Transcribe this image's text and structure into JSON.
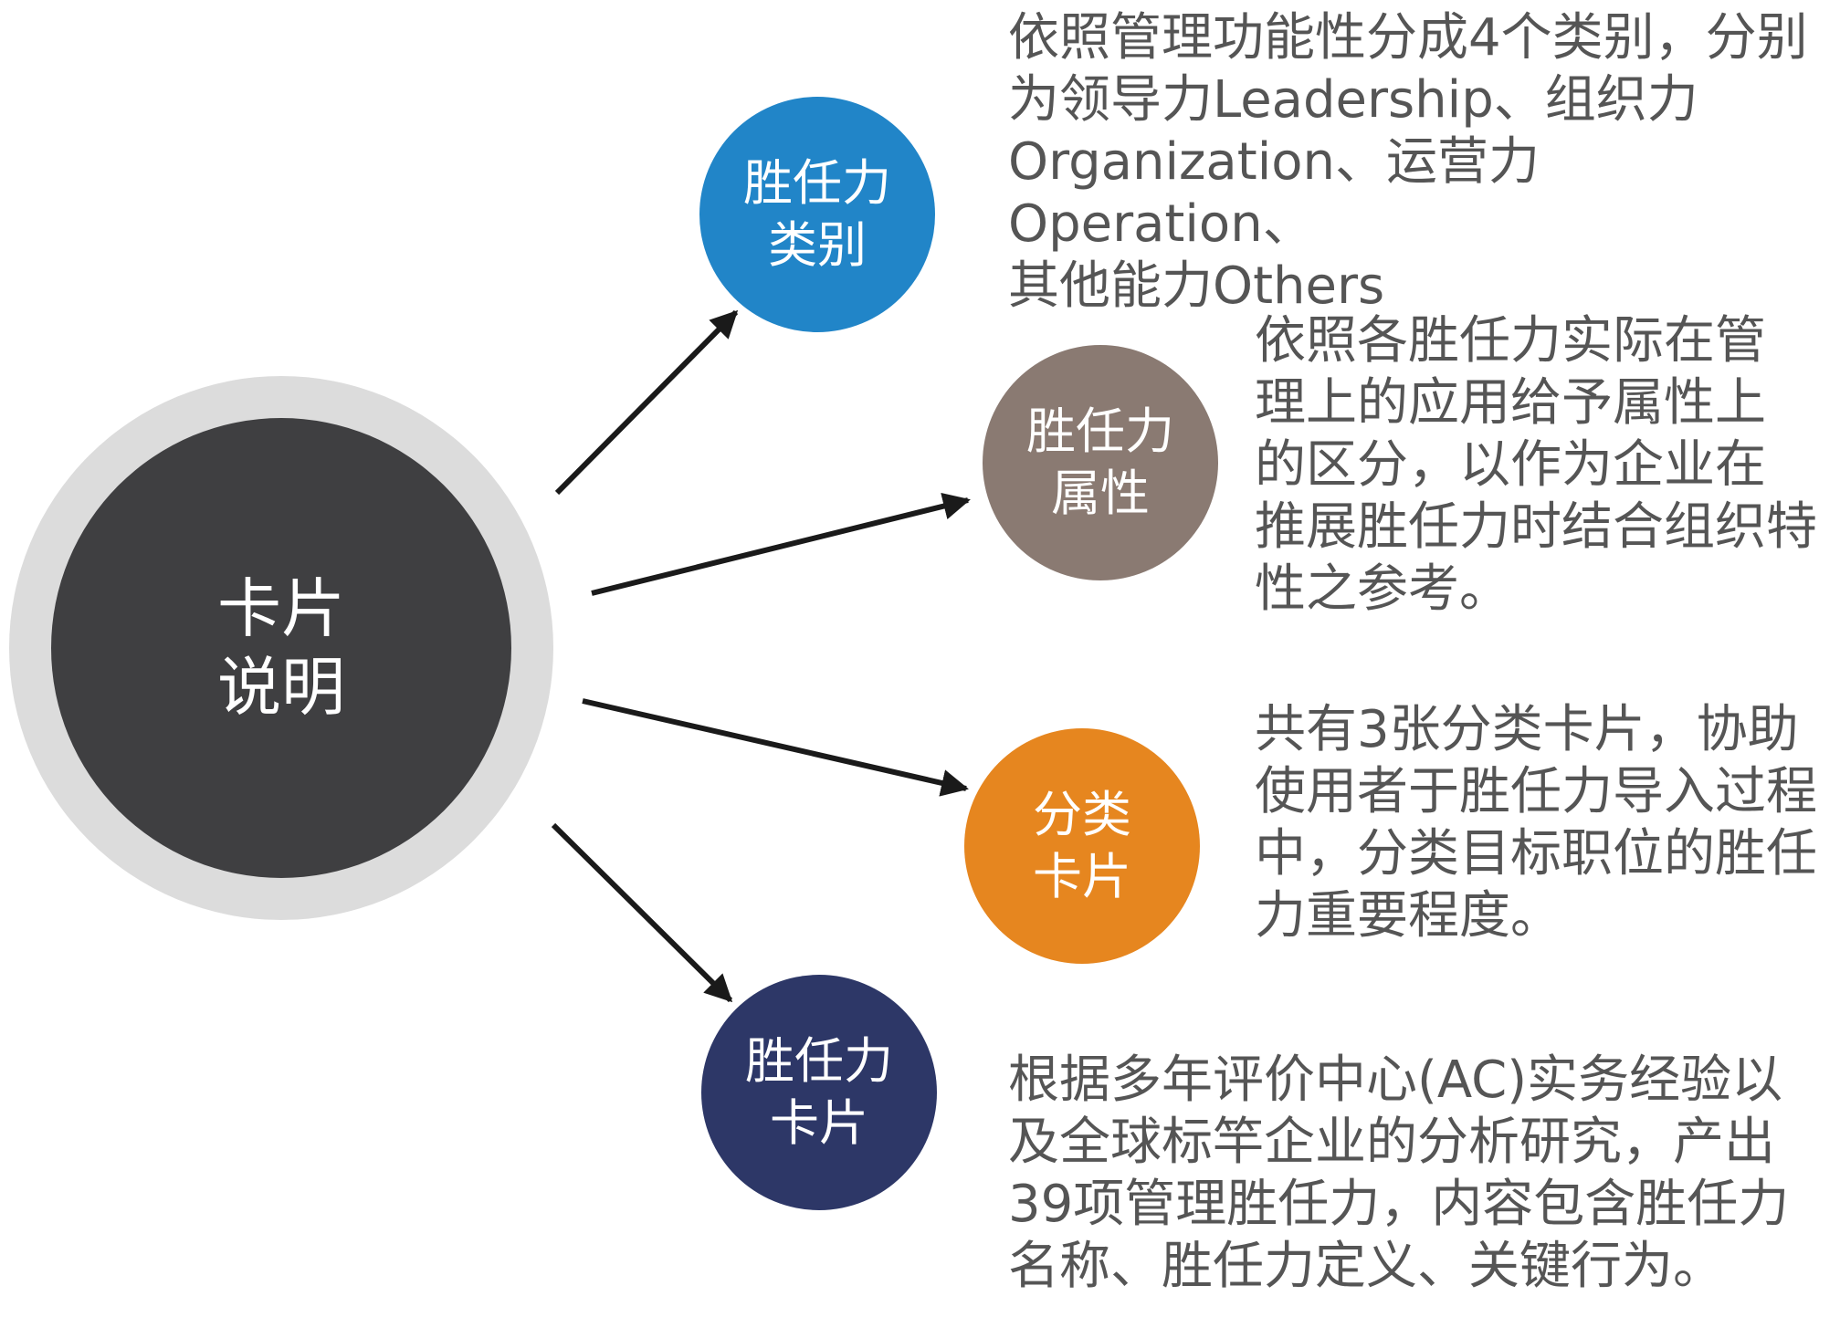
{
  "hub": {
    "line1": "卡片",
    "line2": "说明",
    "color": "#3f3f41",
    "ring_color": "#dcdcdc"
  },
  "nodes": [
    {
      "id": "competency-category",
      "line1": "胜任力",
      "line2": "类别",
      "color": "#2185c8",
      "description": "依照管理功能性分成4个类别，分别\n为领导力Leadership、组织力\nOrganization、运营力Operation、\n其他能力Others"
    },
    {
      "id": "competency-attribute",
      "line1": "胜任力",
      "line2": "属性",
      "color": "#8a7a72",
      "description": "依照各胜任力实际在管\n理上的应用给予属性上\n的区分，以作为企业在\n推展胜任力时结合组织特\n性之参考。"
    },
    {
      "id": "classification-card",
      "line1": "分类",
      "line2": "卡片",
      "color": "#e6861f",
      "description": "共有3张分类卡片，协助\n使用者于胜任力导入过程\n中，分类目标职位的胜任\n力重要程度。"
    },
    {
      "id": "competency-card",
      "line1": "胜任力",
      "line2": "卡片",
      "color": "#2d3767",
      "description": "根据多年评价中心(AC)实务经验以\n及全球标竿企业的分析研究，产出\n39项管理胜任力，内容包含胜任力\n名称、胜任力定义、关键行为。"
    }
  ],
  "arrow_color": "#1a1a1a",
  "text_color": "#555555"
}
